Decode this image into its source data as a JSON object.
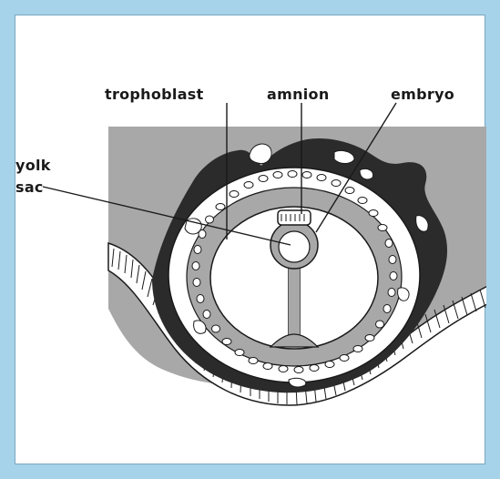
{
  "diagram": {
    "labels": {
      "trophoblast": "trophoblast",
      "amnion": "amnion",
      "embryo": "embryo",
      "yolk_line1": "yolk",
      "yolk_line2": "sac"
    }
  },
  "colors": {
    "frame": "#a6d2ea",
    "tissue_gray": "#a7a7a7",
    "dark_layer": "#2b2b2b",
    "cell_fill": "#ffffff",
    "outline": "#1a1a1a"
  }
}
